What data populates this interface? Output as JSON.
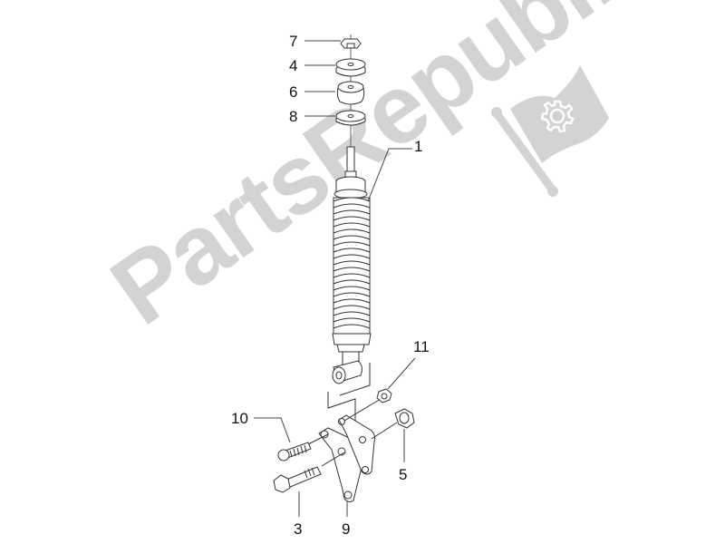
{
  "diagram": {
    "type": "exploded-parts-diagram",
    "subject": "rear shock absorber assembly",
    "watermark": {
      "text": "PartsRepublik",
      "color": "#d3d3d3",
      "logo": "flag-with-gear-icon"
    },
    "callouts": [
      {
        "id": "7",
        "label": "7"
      },
      {
        "id": "4",
        "label": "4"
      },
      {
        "id": "6",
        "label": "6"
      },
      {
        "id": "8",
        "label": "8"
      },
      {
        "id": "1",
        "label": "1"
      },
      {
        "id": "11",
        "label": "11"
      },
      {
        "id": "10",
        "label": "10"
      },
      {
        "id": "5",
        "label": "5"
      },
      {
        "id": "3",
        "label": "3"
      },
      {
        "id": "9",
        "label": "9"
      }
    ],
    "line_color": "#333333"
  }
}
